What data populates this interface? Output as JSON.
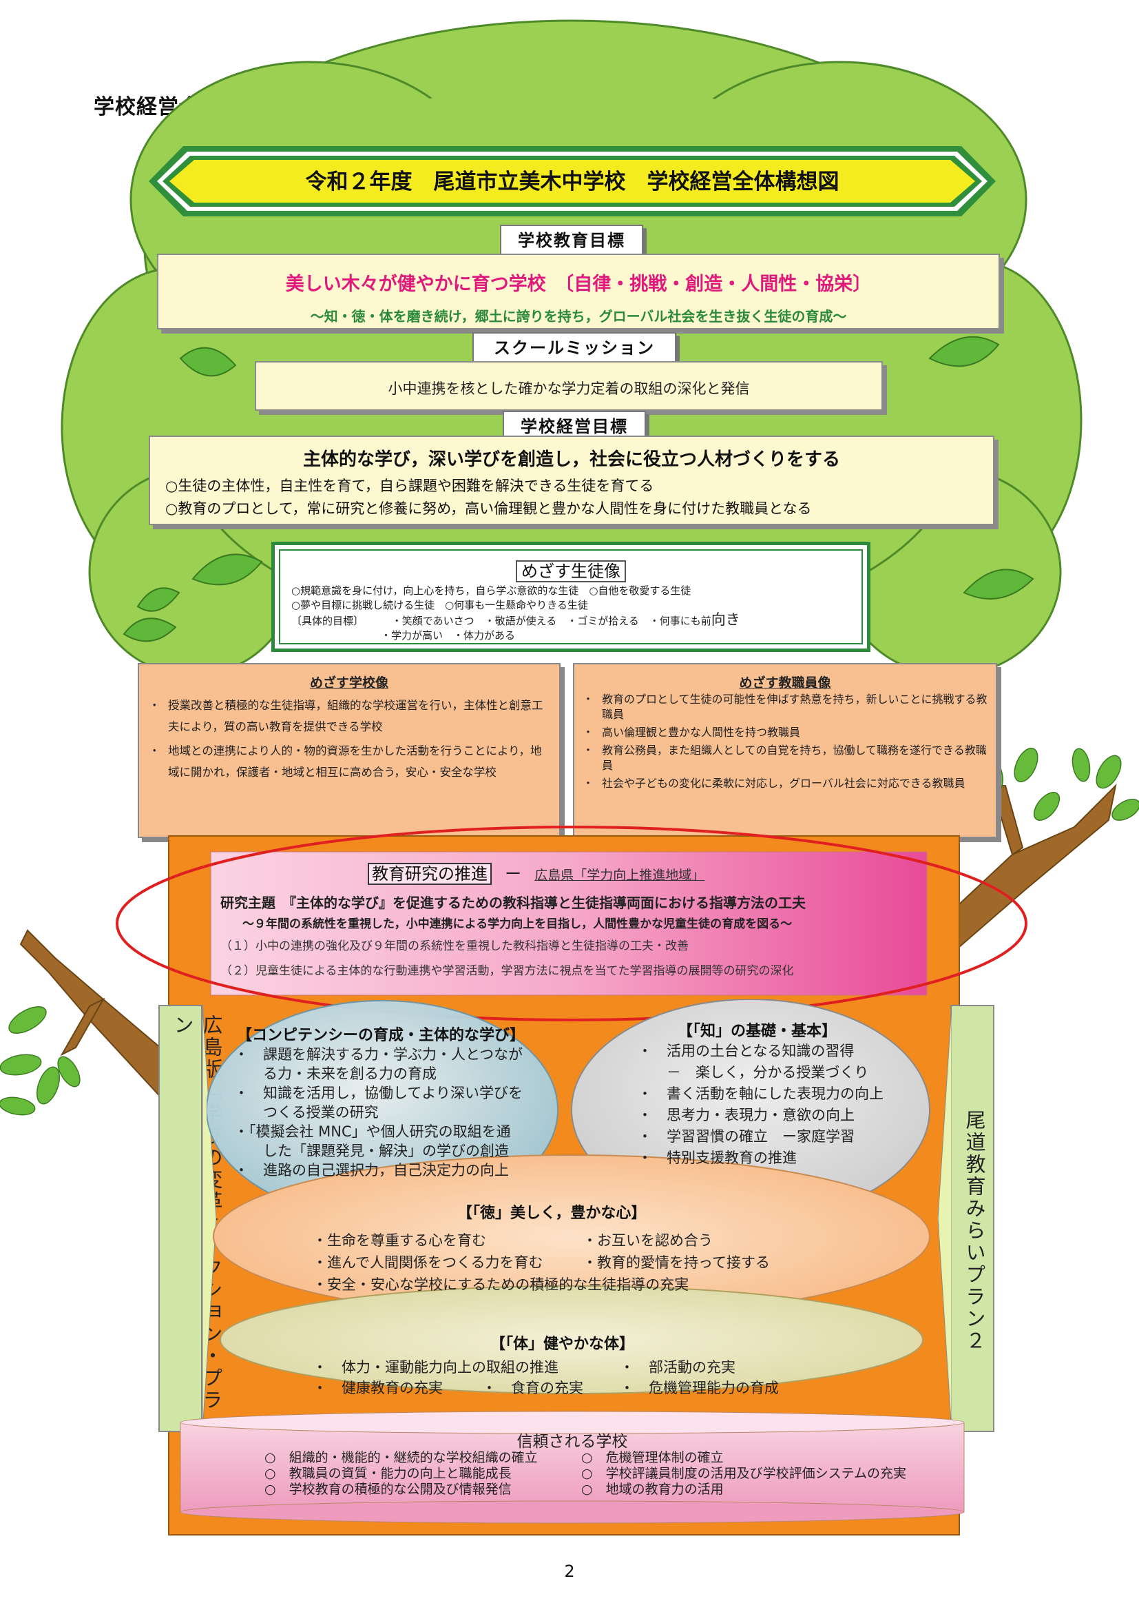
{
  "page_heading": "学校経営全体構想図",
  "banner_title": "令和２年度　尾道市立美木中学校　学校経営全体構想図",
  "school_goal": {
    "label": "学校教育目標",
    "main": "美しい木々が健やかに育つ学校　〔自律・挑戦・創造・人間性・協栄〕",
    "sub": "～知・徳・体を磨き続け，郷土に誇りを持ち，グローバル社会を生き抜く生徒の育成～"
  },
  "mission": {
    "label": "スクールミッション",
    "text": "小中連携を核とした確かな学力定着の取組の深化と発信"
  },
  "management_goal": {
    "label": "学校経営目標",
    "main": "主体的な学び，深い学びを創造し，社会に役立つ人材づくりをする",
    "items": [
      "○生徒の主体性，自主性を育て，自ら課題や困難を解決できる生徒を育てる",
      "○教育のプロとして，常に研究と修養に努め，高い倫理観と豊かな人間性を身に付けた教職員となる"
    ]
  },
  "student_image": {
    "label": "めざす生徒像",
    "line1": "○規範意識を身に付け，向上心を持ち，自ら学ぶ意欲的な生徒　○自他を敬愛する生徒",
    "line2": "○夢や目標に挑戦し続ける生徒　○何事も一生懸命やりきる生徒",
    "target_label": "〔具体的目標〕",
    "targets_row1": "・笑顔であいさつ　・敬語が使える　・ゴミが拾える　・何事にも前",
    "targets_row1_big": "向き",
    "targets_row2": "・学力が高い　・体力がある"
  },
  "school_image": {
    "label": "めざす学校像",
    "items": [
      "授業改善と積極的な生徒指導，組織的な学校運営を行い，主体性と創意工夫により，質の高い教育を提供できる学校",
      "地域との連携により人的・物的資源を生かした活動を行うことにより，地域に開かれ，保護者・地域と相互に高め合う，安心・安全な学校"
    ]
  },
  "staff_image": {
    "label": "めざす教職員像",
    "items": [
      "教育のプロとして生徒の可能性を伸ばす熱意を持ち，新しいことに挑戦する教職員",
      "高い倫理観と豊かな人間性を持つ教職員",
      "教育公務員，また組織人としての自覚を持ち，協働して職務を遂行できる教職員",
      "社会や子どもの変化に柔軟に対応し，グローバル社会に対応できる教職員"
    ]
  },
  "research": {
    "label": "教育研究の推進",
    "dash": "ー",
    "designation": "広島県「学力向上推進地域」",
    "theme": "研究主題　『主体的な学び』を促進するための教科指導と生徒指導両面における指導方法の工夫",
    "subtheme": "～９年間の系統性を重視した，小中連携による学力向上を目指し，人間性豊かな児童生徒の育成を図る～",
    "items": [
      "（１）小中の連携の強化及び９年間の系統性を重視した教科指導と生徒指導の工夫・改善",
      "（２）児童生徒による主体的な行動連携や学習活動，学習方法に視点を当てた学習指導の展開等の研究の深化"
    ]
  },
  "left_panel": "広島版「学びの変革」アクション・プラン",
  "right_panel": "尾道教育みらいプラン２",
  "competency": {
    "title": "【コンピテンシーの育成・主体的な学び】",
    "items": [
      "・　課題を解決する力・学ぶ力・人とつなが",
      "　　る力・未来を創る力の育成",
      "・　知識を活用し，協働してより深い学びを",
      "　　つくる授業の研究",
      "・「模擬会社 MNC」や個人研究の取組を通",
      "　　した「課題発見・解決」の学びの創造",
      "・　進路の自己選択力，自己決定力の向上"
    ]
  },
  "knowledge": {
    "title": "【「知」の基礎・基本】",
    "items": [
      "・　活用の土台となる知識の習得",
      "　　－　楽しく，分かる授業づくり",
      "・　書く活動を軸にした表現力の向上",
      "・　思考力・表現力・意欲の向上",
      "・　学習習慣の確立　ー家庭学習",
      "・　特別支援教育の推進"
    ]
  },
  "virtue": {
    "title": "【「徳」美しく，豊かな心】",
    "items": [
      "・生命を尊重する心を育む",
      "・お互いを認め合う",
      "・進んで人間関係をつくる力を育む",
      "・教育的愛情を持って接する",
      "・安全・安心な学校にするための積極的な生徒指導の充実"
    ]
  },
  "body": {
    "title": "【「体」健やかな体】",
    "items": [
      "・　体力・運動能力向上の取組の推進",
      "・　部活動の充実",
      "・　健康教育の充実",
      "・　食育の充実",
      "・　危機管理能力の育成"
    ]
  },
  "trusted": {
    "title": "信頼される学校",
    "items": [
      "○　組織的・機能的・継続的な学校組織の確立",
      "○　危機管理体制の確立",
      "○　教職員の資質・能力の向上と職能成長",
      "○　学校評議員制度の活用及び学校評価システムの充実",
      "○　学校教育の積極的な公開及び情報発信",
      "○　地域の教育力の活用"
    ]
  },
  "page_number": "2"
}
